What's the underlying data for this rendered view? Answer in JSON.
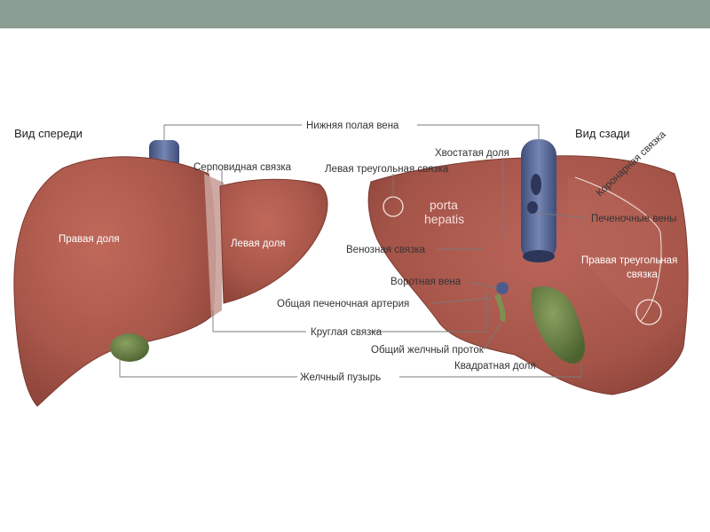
{
  "views": {
    "front": "Вид спереди",
    "back": "Вид сзади"
  },
  "labels": {
    "ivc": "Нижняя полая вена",
    "falciform": "Серповидная связка",
    "right_lobe": "Правая доля",
    "left_lobe": "Левая доля",
    "round_ligament": "Круглая связка",
    "gallbladder": "Желчный пузырь",
    "caudate_lobe": "Хвостатая доля",
    "left_triangular": "Левая треугольная связка",
    "porta_line1": "porta",
    "porta_line2": "hepatis",
    "venous_ligament": "Венозная связка",
    "portal_vein": "Воротная вена",
    "common_hepatic_artery": "Общая печеночная артерия",
    "common_bile_duct": "Общий желчный проток",
    "quadrate_lobe": "Квадратная доля",
    "coronary_ligament": "Коронарная связка",
    "hepatic_veins": "Печеночные вены",
    "right_triangular_line1": "Правая треугольная",
    "right_triangular_line2": "связка"
  },
  "colors": {
    "header_bar": "#8a9d92",
    "liver": "#a9574a",
    "vein": "#5e6f9a",
    "gallbladder": "#5f7a3c"
  }
}
